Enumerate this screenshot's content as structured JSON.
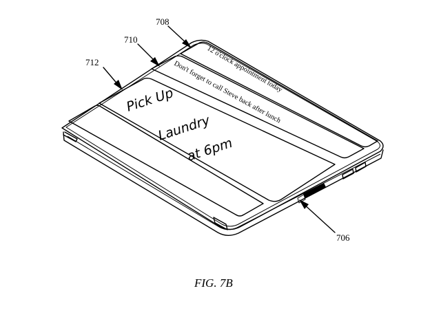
{
  "figure": {
    "caption": "FIG. 7B",
    "references": {
      "ref_708": "708",
      "ref_710": "710",
      "ref_712": "712",
      "ref_706": "706"
    },
    "panel_notes": {
      "panel_top": "12 o'clock appointment today",
      "panel_middle": "Don't forget to call Steve back after lunch",
      "panel_bottom_line1": "Pick Up",
      "panel_bottom_line2": "Laundry",
      "panel_bottom_line3": "at 6pm"
    }
  }
}
